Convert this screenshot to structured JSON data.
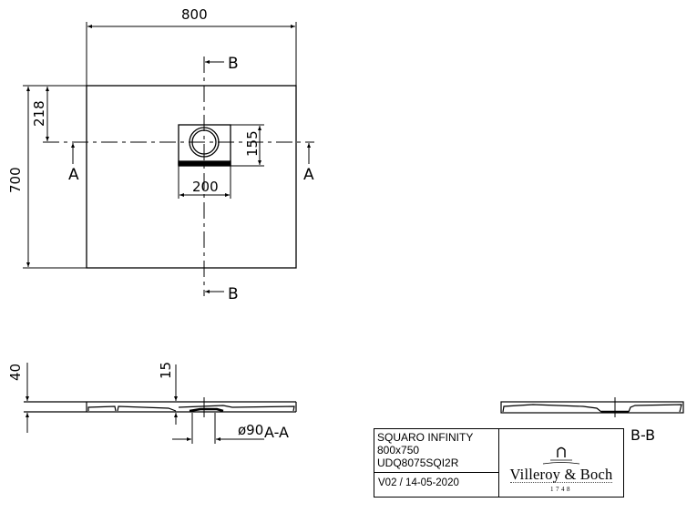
{
  "drawing": {
    "plan_view": {
      "width_dim": "800",
      "height_dim": "700",
      "drain_offset_dim": "218",
      "drain_box_height_dim": "155",
      "drain_box_width_dim": "200",
      "section_marker_b": "B",
      "section_marker_a": "A"
    },
    "section_aa": {
      "label": "A-A",
      "height_dim": "40",
      "depth_dim": "15",
      "drain_diameter_dim": "ø90"
    },
    "section_bb": {
      "label": "B-B"
    }
  },
  "title_block": {
    "product_name": "SQUARO INFINITY",
    "size": "800x750",
    "article_code": "UDQ8075SQI2R",
    "version": "V02 / 14-05-2020",
    "brand_name": "Villeroy & Boch",
    "brand_year": "1748"
  },
  "colors": {
    "line": "#000000",
    "background": "#ffffff"
  }
}
